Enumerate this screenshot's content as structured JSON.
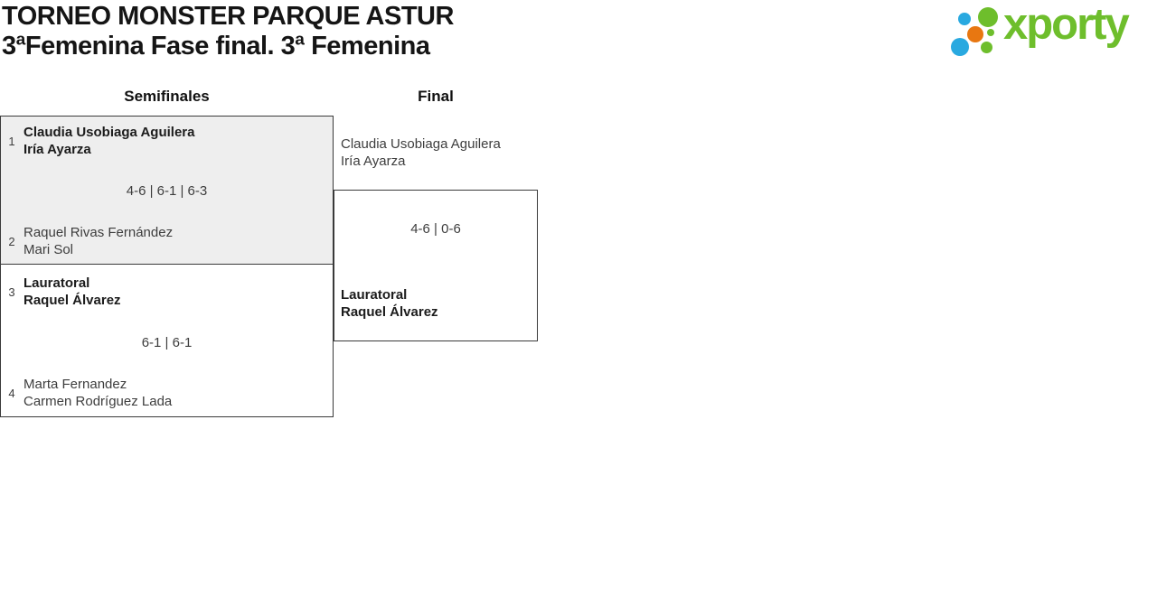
{
  "header": {
    "title_line1": "TORNEO MONSTER PARQUE ASTUR",
    "title_line2": "3ªFemenina Fase final. 3ª Femenina"
  },
  "logo": {
    "brand_text": "xporty",
    "green": "#6ebe2c",
    "blue": "#29a9e0",
    "orange": "#e87711"
  },
  "bracket": {
    "round_labels": {
      "semifinals": "Semifinales",
      "final": "Final"
    },
    "semifinals": [
      {
        "seed_top": "1",
        "team_top": [
          "Claudia Usobiaga Aguilera",
          "Iría Ayarza"
        ],
        "score": "4-6 | 6-1 | 6-3",
        "seed_bottom": "2",
        "team_bottom": [
          "Raquel Rivas Fernández",
          "Mari Sol"
        ],
        "winner": "top"
      },
      {
        "seed_top": "3",
        "team_top": [
          "Lauratoral",
          "Raquel Álvarez"
        ],
        "score": "6-1 | 6-1",
        "seed_bottom": "4",
        "team_bottom": [
          "Marta Fernandez",
          "Carmen Rodríguez Lada"
        ],
        "winner": "top"
      }
    ],
    "final": {
      "team_top": [
        "Claudia Usobiaga Aguilera",
        "Iría Ayarza"
      ],
      "score": "4-6 | 0-6",
      "team_bottom": [
        "Lauratoral",
        "Raquel Álvarez"
      ],
      "winner": "bottom"
    }
  },
  "colors": {
    "match_alt_background": "#eeeeee",
    "border": "#3a3a3a",
    "winner_text": "#1c1c1c",
    "loser_text": "#3d3d3d"
  }
}
